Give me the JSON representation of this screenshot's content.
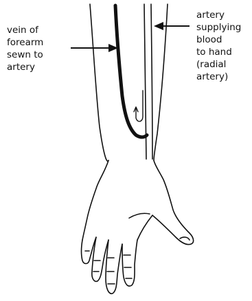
{
  "labels": {
    "vein": [
      "vein of",
      "forearm",
      "sewn to",
      "artery"
    ],
    "artery": [
      "artery",
      "supplying",
      "blood",
      "to hand",
      "(radial",
      "artery)"
    ]
  },
  "colors": {
    "ink": "#111111",
    "background": "#ffffff"
  },
  "icons": {
    "pointer": "arrow-icon",
    "flow": "hook-arrow-icon"
  }
}
